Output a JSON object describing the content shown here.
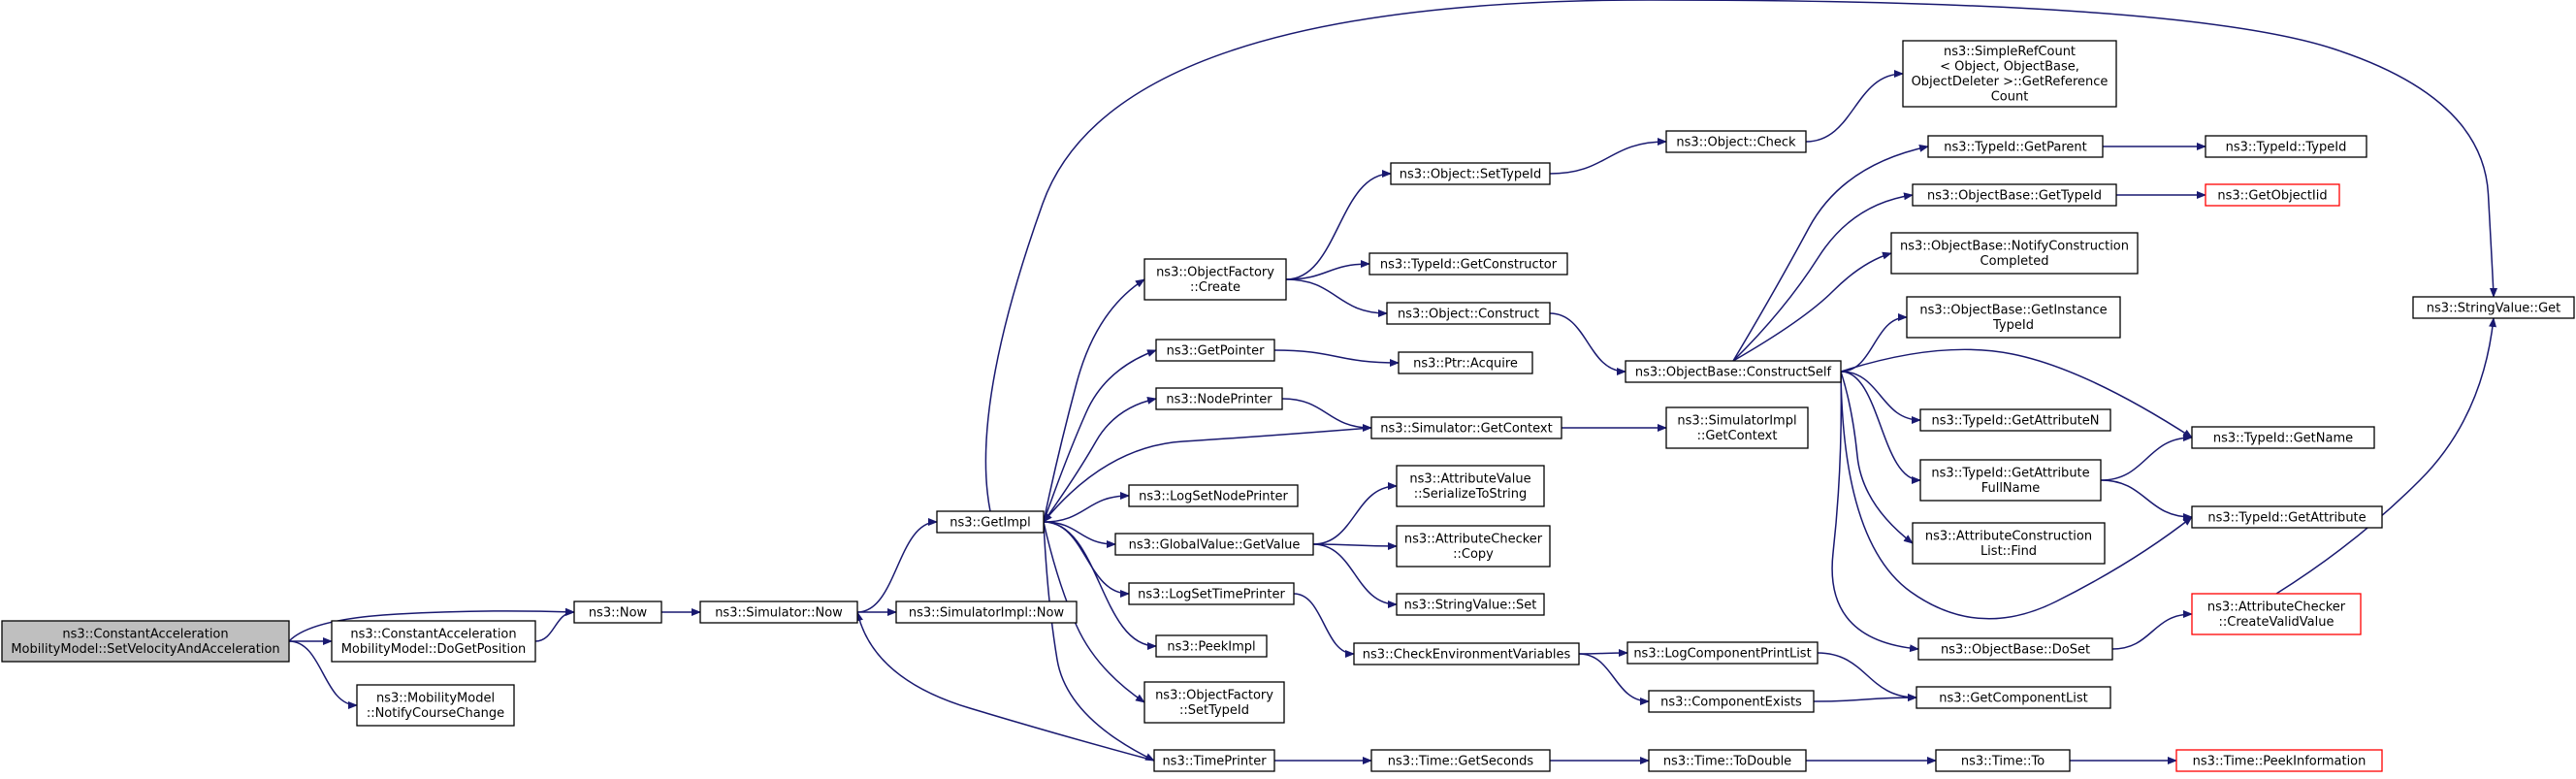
{
  "colors": {
    "edge": "#191970",
    "root_fill": "#bfbfbf",
    "red_border": "#ff0000"
  },
  "nodes": [
    {
      "id": "root",
      "lines": [
        "ns3::ConstantAcceleration",
        "MobilityModel::SetVelocityAndAcceleration"
      ],
      "root": true
    },
    {
      "id": "doGetPos",
      "lines": [
        "ns3::ConstantAcceleration",
        "MobilityModel::DoGetPosition"
      ]
    },
    {
      "id": "notify",
      "lines": [
        "ns3::MobilityModel",
        "::NotifyCourseChange"
      ]
    },
    {
      "id": "now",
      "lines": [
        "ns3::Now"
      ]
    },
    {
      "id": "simNow",
      "lines": [
        "ns3::Simulator::Now"
      ]
    },
    {
      "id": "implNow",
      "lines": [
        "ns3::SimulatorImpl::Now"
      ]
    },
    {
      "id": "getImpl",
      "lines": [
        "ns3::GetImpl"
      ]
    },
    {
      "id": "ofCreate",
      "lines": [
        "ns3::ObjectFactory",
        "::Create"
      ]
    },
    {
      "id": "getPointer",
      "lines": [
        "ns3::GetPointer"
      ]
    },
    {
      "id": "nodePrinter",
      "lines": [
        "ns3::NodePrinter"
      ]
    },
    {
      "id": "logSetNode",
      "lines": [
        "ns3::LogSetNodePrinter"
      ]
    },
    {
      "id": "gvGetValue",
      "lines": [
        "ns3::GlobalValue::GetValue"
      ]
    },
    {
      "id": "logSetTime",
      "lines": [
        "ns3::LogSetTimePrinter"
      ]
    },
    {
      "id": "peekImpl",
      "lines": [
        "ns3::PeekImpl"
      ]
    },
    {
      "id": "ofSetTypeId",
      "lines": [
        "ns3::ObjectFactory",
        "::SetTypeId"
      ]
    },
    {
      "id": "timePrinter",
      "lines": [
        "ns3::TimePrinter"
      ]
    },
    {
      "id": "objSetTypeId",
      "lines": [
        "ns3::Object::SetTypeId"
      ]
    },
    {
      "id": "tidGetCtor",
      "lines": [
        "ns3::TypeId::GetConstructor"
      ]
    },
    {
      "id": "objConstruct",
      "lines": [
        "ns3::Object::Construct"
      ]
    },
    {
      "id": "ptrAcquire",
      "lines": [
        "ns3::Ptr::Acquire"
      ]
    },
    {
      "id": "simGetContext",
      "lines": [
        "ns3::Simulator::GetContext"
      ]
    },
    {
      "id": "avSerialize",
      "lines": [
        "ns3::AttributeValue",
        "::SerializeToString"
      ]
    },
    {
      "id": "acCopy",
      "lines": [
        "ns3::AttributeChecker",
        "::Copy"
      ]
    },
    {
      "id": "svSet",
      "lines": [
        "ns3::StringValue::Set"
      ]
    },
    {
      "id": "checkEnv",
      "lines": [
        "ns3::CheckEnvironmentVariables"
      ]
    },
    {
      "id": "timeGetSec",
      "lines": [
        "ns3::Time::GetSeconds"
      ]
    },
    {
      "id": "objCheck",
      "lines": [
        "ns3::Object::Check"
      ]
    },
    {
      "id": "simpleRef",
      "lines": [
        "ns3::SimpleRefCount",
        "< Object, ObjectBase,",
        "ObjectDeleter >::GetReference",
        "Count"
      ]
    },
    {
      "id": "obConstructSelf",
      "lines": [
        "ns3::ObjectBase::ConstructSelf"
      ]
    },
    {
      "id": "simImplGetCtx",
      "lines": [
        "ns3::SimulatorImpl",
        "::GetContext"
      ]
    },
    {
      "id": "logCompPrint",
      "lines": [
        "ns3::LogComponentPrintList"
      ]
    },
    {
      "id": "compExists",
      "lines": [
        "ns3::ComponentExists"
      ]
    },
    {
      "id": "timeToDouble",
      "lines": [
        "ns3::Time::ToDouble"
      ]
    },
    {
      "id": "tidGetParent",
      "lines": [
        "ns3::TypeId::GetParent"
      ]
    },
    {
      "id": "obGetTypeId",
      "lines": [
        "ns3::ObjectBase::GetTypeId"
      ]
    },
    {
      "id": "obNotify",
      "lines": [
        "ns3::ObjectBase::NotifyConstruction",
        "Completed"
      ]
    },
    {
      "id": "obGetInstance",
      "lines": [
        "ns3::ObjectBase::GetInstance",
        "TypeId"
      ]
    },
    {
      "id": "tidGetAttrN",
      "lines": [
        "ns3::TypeId::GetAttributeN"
      ]
    },
    {
      "id": "tidGetAttrFull",
      "lines": [
        "ns3::TypeId::GetAttribute",
        "FullName"
      ]
    },
    {
      "id": "acListFind",
      "lines": [
        "ns3::AttributeConstruction",
        "List::Find"
      ]
    },
    {
      "id": "obDoSet",
      "lines": [
        "ns3::ObjectBase::DoSet"
      ]
    },
    {
      "id": "getCompList",
      "lines": [
        "ns3::GetComponentList"
      ]
    },
    {
      "id": "timeTo",
      "lines": [
        "ns3::Time::To"
      ]
    },
    {
      "id": "tidTypeId",
      "lines": [
        "ns3::TypeId::TypeId"
      ]
    },
    {
      "id": "getObjectIid",
      "lines": [
        "ns3::GetObjectIid"
      ],
      "red": true
    },
    {
      "id": "tidGetName",
      "lines": [
        "ns3::TypeId::GetName"
      ]
    },
    {
      "id": "tidGetAttr",
      "lines": [
        "ns3::TypeId::GetAttribute"
      ]
    },
    {
      "id": "acCreateValid",
      "lines": [
        "ns3::AttributeChecker",
        "::CreateValidValue"
      ],
      "red": true
    },
    {
      "id": "timePeekInfo",
      "lines": [
        "ns3::Time::PeekInformation"
      ],
      "red": true
    },
    {
      "id": "svGet",
      "lines": [
        "ns3::StringValue::Get"
      ]
    }
  ]
}
